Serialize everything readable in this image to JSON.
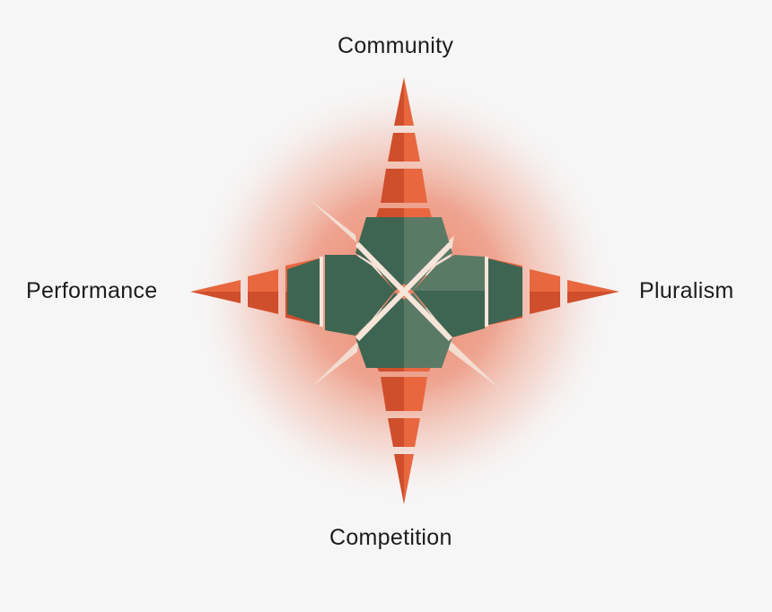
{
  "labels": {
    "top": "Community",
    "right": "Pluralism",
    "bottom": "Competition",
    "left": "Performance"
  },
  "colors": {
    "background": "#f6f6f6",
    "glow": "#ea7b5e",
    "spike_orange": "#e5603b",
    "spike_orange_dark": "#cf4e2c",
    "core_green": "#3e6552",
    "core_green_light": "#5b7a66",
    "diagonal_cream": "#f3ddd1",
    "gap": "#f7e5da"
  }
}
